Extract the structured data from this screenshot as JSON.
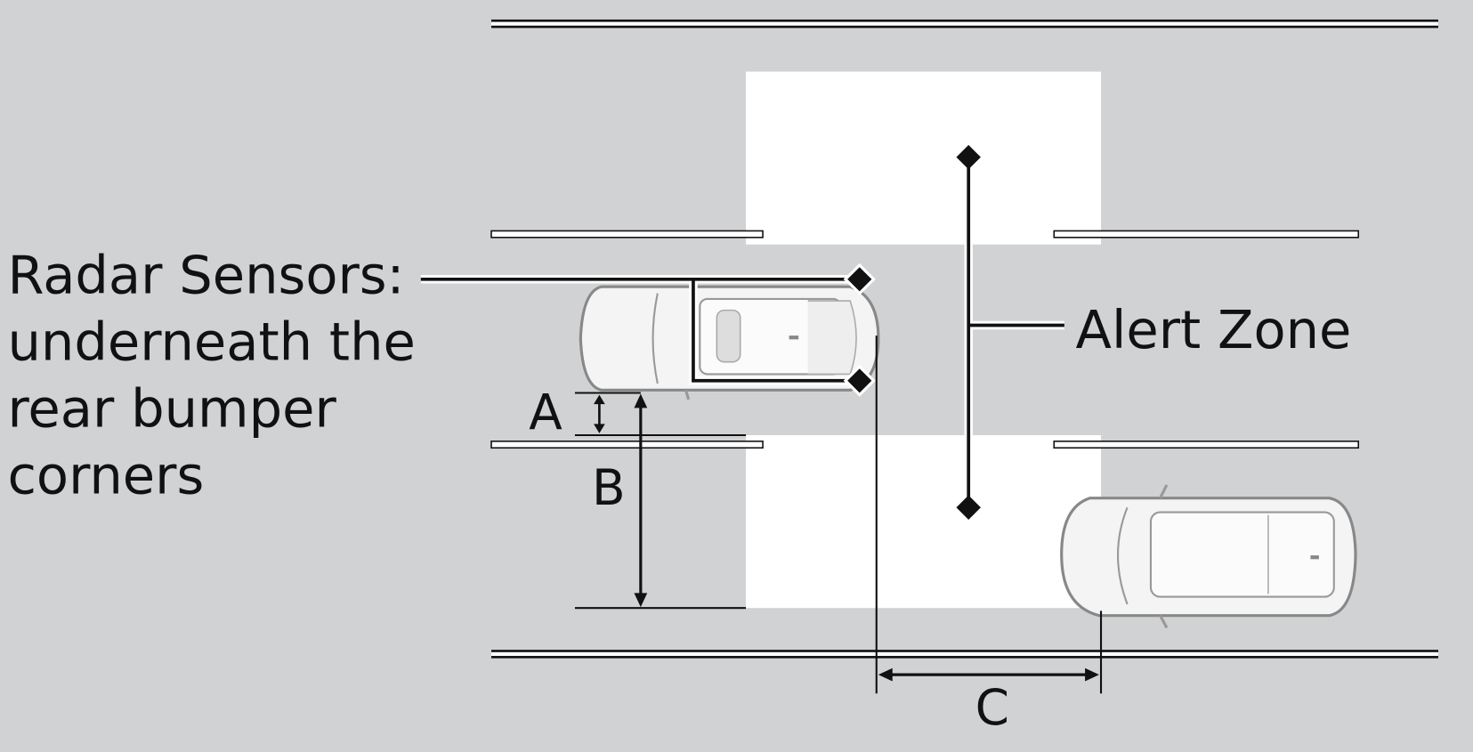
{
  "labels": {
    "radar_line1": "Radar Sensors:",
    "radar_line2": "underneath the",
    "radar_line3": "rear bumper",
    "radar_line4": "corners",
    "alert_zone": "Alert Zone",
    "dim_a": "A",
    "dim_b": "B",
    "dim_c": "C"
  },
  "colors": {
    "background": "#d1d2d4",
    "zone": "#ffffff",
    "ink": "#111111"
  }
}
